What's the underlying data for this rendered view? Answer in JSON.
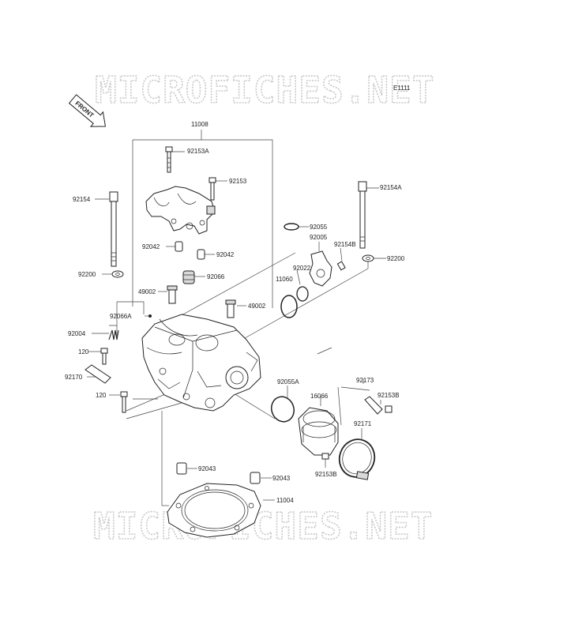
{
  "watermark": {
    "top": "MICROFICHES.NET",
    "bottom": "MICROFICHES.NET"
  },
  "diagram_code": "E1111",
  "front_arrow": "FRONT",
  "parts": {
    "p11008": "11008",
    "p92153A": "92153A",
    "p92153": "92153",
    "p92154": "92154",
    "p92154A": "92154A",
    "p92055": "92055",
    "p92005": "92005",
    "p92154B": "92154B",
    "p92042a": "92042",
    "p92042b": "92042",
    "p92022": "92022",
    "p92200a": "92200",
    "p92200b": "92200",
    "p11060": "11060",
    "p92066": "92066",
    "p49002a": "49002",
    "p49002b": "49002",
    "p92066A": "92066A",
    "p92004": "92004",
    "p120a": "120",
    "p92170": "92170",
    "p120b": "120",
    "p92055A": "92055A",
    "p16066": "16066",
    "p92173": "92173",
    "p92153B_r": "92153B",
    "p92171": "92171",
    "p92153B_b": "92153B",
    "p92043a": "92043",
    "p92043b": "92043",
    "p11004": "11004"
  }
}
